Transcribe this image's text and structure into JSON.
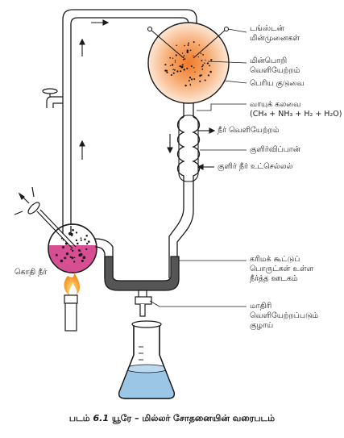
{
  "labels": {
    "tungsten_electrodes": [
      "டங்ஸ்டன்",
      "மின்முனைகள்"
    ],
    "electric_discharge": [
      "மின்பொறி",
      "வெளியேற்றம்"
    ],
    "large_flask": "பெரிய குடுவை",
    "gas_mixture_title": "வாயுக் கலவை",
    "gas_mixture_formula": "(CH₄ + NH₃ + H₂ + H₂O)",
    "water_outlet": "நீர் வெளியேற்றம்",
    "condenser": "குளிர்விப்பான்",
    "cold_water_inlet": "குளிர் நீர் உட்செல்லல்",
    "boiling_water": "கொதி நீர்",
    "organic_compound_trap": [
      "கரிமக் கூட்டுப்",
      "பொருட்கள் உள்ள",
      "நீர்த்த ஊடகம்"
    ],
    "sample_outlet": [
      "மாதிரி",
      "வெளியேற்றப்படும்",
      "குழாய்"
    ]
  },
  "caption": {
    "prefix": "படம்",
    "number": "6.1",
    "text": "யூரே – மில்லர் சோதனையின் வரைபடம்"
  },
  "colors": {
    "line": "#1a1a1a",
    "discharge_glow": "#f08a3c",
    "boiling_liquid": "#d64f93",
    "trap_liquid": "#555555",
    "beaker_liquid": "#9cc6e6",
    "flame": "#f5a623"
  }
}
